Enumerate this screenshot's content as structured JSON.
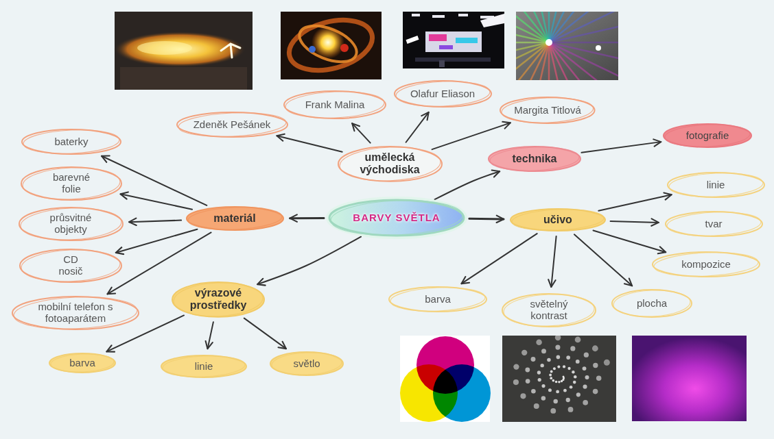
{
  "diagram": {
    "nodes": [
      {
        "text": [
          "BARVY SVĚTLA"
        ]
      },
      {
        "text": [
          "umělecká východiska"
        ]
      },
      {
        "text": [
          "Zdeněk Pešánek"
        ]
      },
      {
        "text": [
          "Frank Malina"
        ]
      },
      {
        "text": [
          "Olafur Eliason"
        ]
      },
      {
        "text": [
          "Margita Titlová"
        ]
      },
      {
        "text": [
          "technika"
        ]
      },
      {
        "text": [
          "fotografie"
        ]
      },
      {
        "text": [
          "materiál"
        ]
      },
      {
        "text": [
          "baterky"
        ]
      },
      {
        "text": [
          "barevné folie"
        ]
      },
      {
        "text": [
          "průsvitné objekty"
        ]
      },
      {
        "text": [
          "CD nosič"
        ]
      },
      {
        "text": [
          "mobilní telefon s fotoaparátem"
        ]
      },
      {
        "text": [
          "výrazové prostředky"
        ]
      },
      {
        "text": [
          "barva"
        ]
      },
      {
        "text": [
          "linie"
        ]
      },
      {
        "text": [
          "světlo"
        ]
      },
      {
        "text": [
          "učivo"
        ]
      },
      {
        "text": [
          "linie"
        ]
      },
      {
        "text": [
          "tvar"
        ]
      },
      {
        "text": [
          "kompozice"
        ]
      },
      {
        "text": [
          "barva"
        ]
      },
      {
        "text": [
          "světelný kontrast"
        ]
      },
      {
        "text": [
          "plocha"
        ]
      }
    ],
    "edges": [
      {
        "from": 0,
        "to": 6,
        "arrow": "to"
      },
      {
        "from": 0,
        "to": 8,
        "arrow": "to"
      },
      {
        "from": 0,
        "to": 14,
        "arrow": "to"
      },
      {
        "from": 0,
        "to": 18,
        "arrow": "to"
      },
      {
        "from": 1,
        "to": 2,
        "arrow": "to"
      },
      {
        "from": 1,
        "to": 3,
        "arrow": "to"
      },
      {
        "from": 1,
        "to": 4,
        "arrow": "to"
      },
      {
        "from": 1,
        "to": 5,
        "arrow": "to"
      },
      {
        "from": 6,
        "to": 7,
        "arrow": "to"
      },
      {
        "from": 8,
        "to": 9,
        "arrow": "to"
      },
      {
        "from": 8,
        "to": 10,
        "arrow": "to"
      },
      {
        "from": 8,
        "to": 11,
        "arrow": "to"
      },
      {
        "from": 8,
        "to": 12,
        "arrow": "to"
      },
      {
        "from": 8,
        "to": 13,
        "arrow": "to"
      },
      {
        "from": 14,
        "to": 15,
        "arrow": "to"
      },
      {
        "from": 14,
        "to": 16,
        "arrow": "to"
      },
      {
        "from": 14,
        "to": 17,
        "arrow": "to"
      },
      {
        "from": 18,
        "to": 19,
        "arrow": "to"
      },
      {
        "from": 18,
        "to": 20,
        "arrow": "to"
      },
      {
        "from": 18,
        "to": 21,
        "arrow": "to"
      },
      {
        "from": 18,
        "to": 22,
        "arrow": "to"
      },
      {
        "from": 18,
        "to": 23,
        "arrow": "to"
      },
      {
        "from": 18,
        "to": 24,
        "arrow": "to"
      }
    ]
  }
}
